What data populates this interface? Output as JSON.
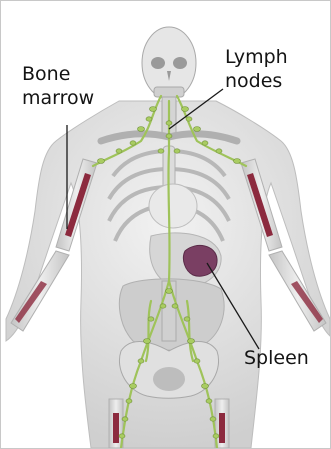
{
  "labels": {
    "bone_marrow": [
      "Bone",
      "marrow"
    ],
    "lymph_nodes": [
      "Lymph",
      "nodes"
    ],
    "spleen": "Spleen"
  },
  "colors": {
    "bone": "#dedede",
    "bone_shadow": "#b9b9b9",
    "marrow": "#8c2a3e",
    "lymph": "#9fc35a",
    "spleen": "#7a3f63",
    "leader_line": "#1a1a1a",
    "text": "#141414"
  }
}
